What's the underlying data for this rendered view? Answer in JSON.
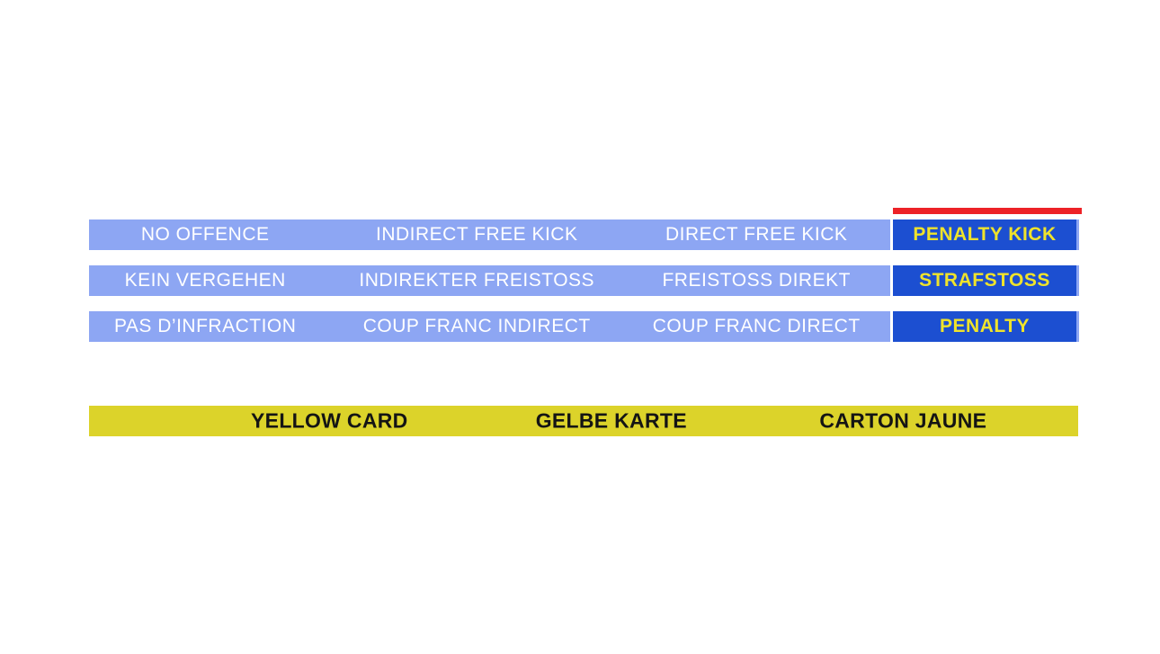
{
  "colors": {
    "light_blue": "#8DA6F3",
    "dark_blue": "#1C4FD1",
    "red_marker": "#ED2227",
    "yellow_bar": "#DCD32A",
    "yellow_text": "#EFE32B",
    "white_text": "#FFFFFF",
    "dark_text": "#141414"
  },
  "grid": {
    "rows": [
      {
        "cells": [
          "NO OFFENCE",
          "INDIRECT FREE KICK",
          "DIRECT FREE KICK"
        ],
        "penalty": "PENALTY KICK"
      },
      {
        "cells": [
          "KEIN VERGEHEN",
          "INDIREKTER FREISTOSS",
          "FREISTOSS DIREKT"
        ],
        "penalty": "STRAFSTOSS"
      },
      {
        "cells": [
          "PAS D’INFRACTION",
          "COUP FRANC INDIRECT",
          "COUP FRANC DIRECT"
        ],
        "penalty": "PENALTY"
      }
    ]
  },
  "yellow_bar": {
    "items": [
      "YELLOW CARD",
      "GELBE KARTE",
      "CARTON JAUNE"
    ]
  }
}
